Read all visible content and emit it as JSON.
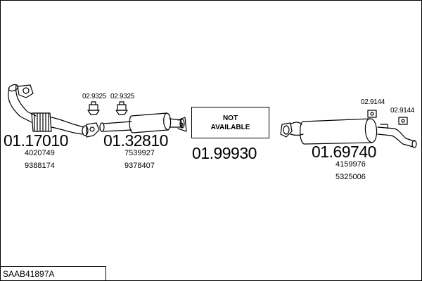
{
  "parts": [
    {
      "number": "01.17010",
      "refs": [
        "4020749",
        "9388174"
      ]
    },
    {
      "number": "01.32810",
      "refs": [
        "7539927",
        "9378407"
      ]
    },
    {
      "number": "01.99930",
      "refs": []
    },
    {
      "number": "01.69740",
      "refs": [
        "4159976",
        "5325006"
      ]
    }
  ],
  "mounts": {
    "left_a": "02.9325",
    "left_b": "02.9325",
    "right_a": "02.9144",
    "right_b": "02.9144"
  },
  "not_available": {
    "line1": "NOT",
    "line2": "AVAILABLE"
  },
  "footer": {
    "code": "SAAB41897A"
  }
}
